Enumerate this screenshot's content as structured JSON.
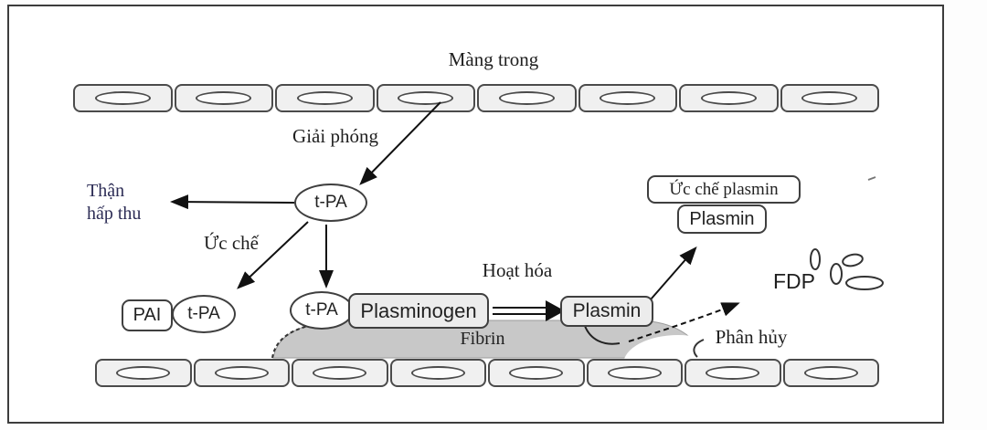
{
  "colors": {
    "ink": "#1f1f1f",
    "kidney_label_ink": "#2c2c55",
    "cell_fill": "#f0f0f0",
    "cell_border": "#4b4b4b",
    "fibrin_fill": "#c8c8c8",
    "node_box_fill": "#ececec",
    "background": "#ffffff"
  },
  "diagram": {
    "membrane_label": "Màng trong",
    "membrane": {
      "top_cells": 8,
      "bottom_cells": 8
    },
    "labels": {
      "release": "Giải phóng",
      "kidney": "Thận\nhấp thu",
      "inhibit": "Ức chế",
      "activation": "Hoạt hóa",
      "fibrin": "Fibrin",
      "decompose": "Phân hủy",
      "fdp": "FDP"
    },
    "nodes": {
      "tpa_free": "t-PA",
      "pai": "PAI",
      "tpa_pai": "t-PA",
      "tpa_bound": "t-PA",
      "plasminogen": "Plasminogen",
      "plasmin": "Plasmin",
      "plasmin_captured": "Plasmin",
      "plasmin_inhibitor": "Ức chế plasmin"
    }
  }
}
